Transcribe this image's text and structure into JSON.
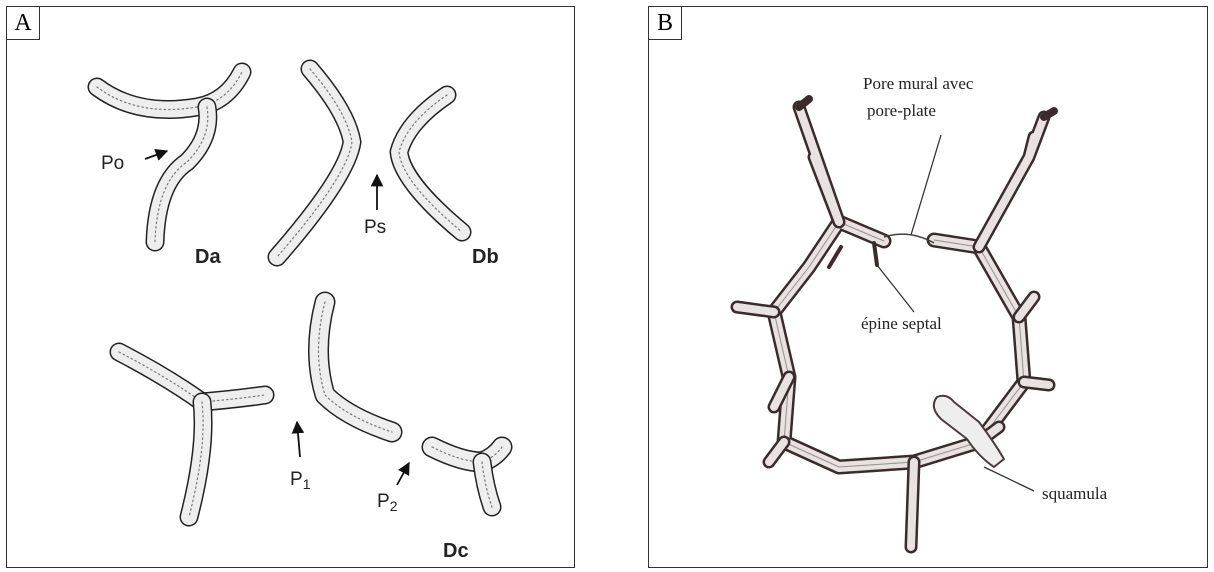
{
  "panelA": {
    "tag": "A",
    "labels": {
      "po": "Po",
      "ps": "Ps",
      "p1": "P",
      "p1_sub": "1",
      "p2": "P",
      "p2_sub": "2",
      "da": "Da",
      "db": "Db",
      "dc": "Dc"
    }
  },
  "panelB": {
    "tag": "B",
    "labels": {
      "pore_line1": "Pore mural avec",
      "pore_line2": "pore-plate",
      "spine": "épine septal",
      "squamula": "squamula"
    }
  }
}
